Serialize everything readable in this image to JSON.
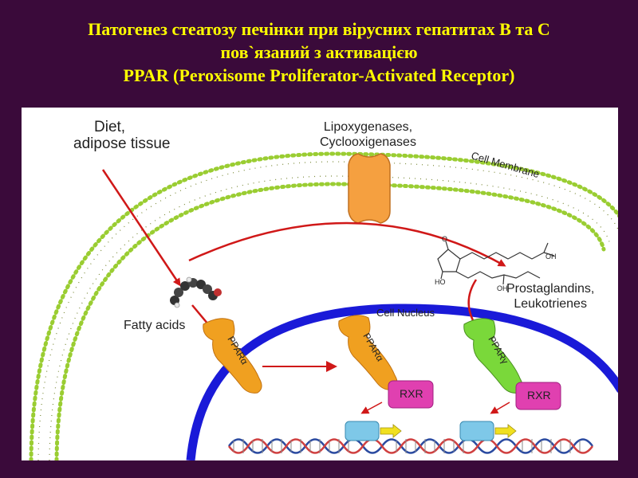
{
  "title": {
    "line1": "Патогенез стеатозу печінки при вірусних гепатитах В та С",
    "line2": "пов`язаний з активацією",
    "line3": "PPAR (Peroxisome Proliferator-Activated Receptor)"
  },
  "diagram": {
    "diet_line1": "Diet,",
    "diet_line2": "adipose tissue",
    "enzymes_line1": "Lipoxygenases,",
    "enzymes_line2": "Cyclooxigenases",
    "cell_membrane": "Cell Membrane",
    "prostaglandins_line1": "Prostaglandins,",
    "prostaglandins_line2": "Leukotrienes",
    "cell_nucleus": "Cell Nucleus",
    "fatty_acids": "Fatty acids",
    "ppar_alpha": "PPARα",
    "ppar_gamma": "PPARγ",
    "rxr": "RXR",
    "chem_o": "O",
    "chem_oh_acid": "OH",
    "chem_ho": "HO",
    "chem_oh": "OH"
  },
  "colors": {
    "background": "#3a0a3a",
    "title": "#ffff00",
    "membrane_green": "#9acd32",
    "nucleus_blue": "#1a1ad8",
    "arrow_red": "#d01818",
    "ppar_alpha": "#f0a020",
    "ppar_gamma": "#7ad83a",
    "rxr": "#e040b0",
    "channel_orange": "#f5a040",
    "dna_box": "#7ec8e8",
    "dna_arrow": "#f0e020"
  }
}
